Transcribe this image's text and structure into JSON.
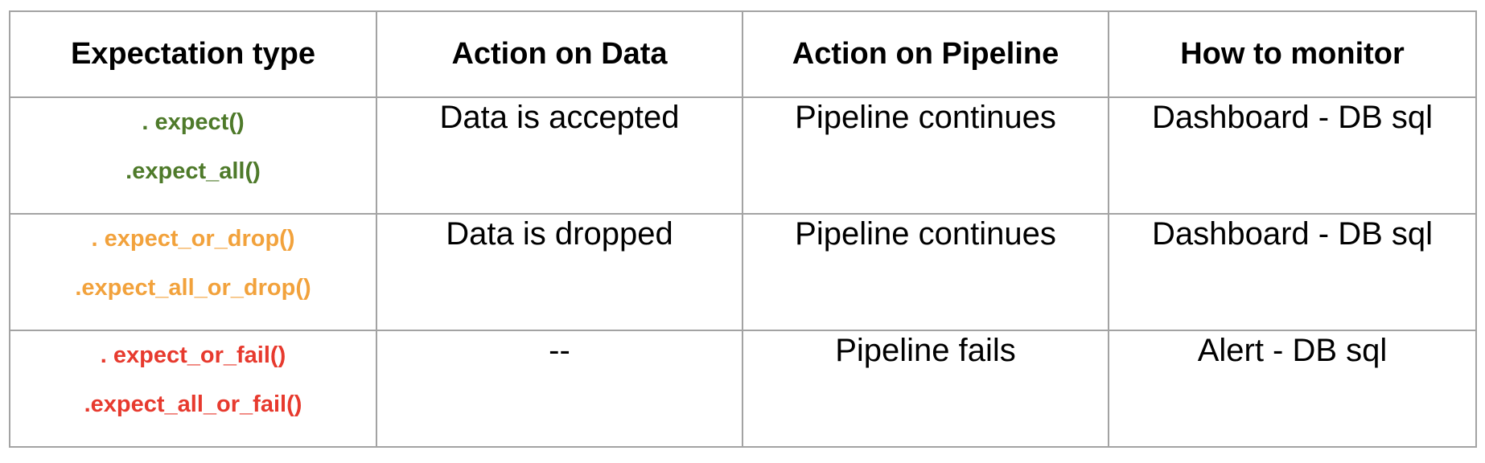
{
  "table": {
    "headers": [
      "Expectation type",
      "Action on Data",
      "Action on Pipeline",
      "How to monitor"
    ],
    "rows": [
      {
        "type_color": "#4e7a2a",
        "methods": [
          ". expect()",
          ".expect_all()"
        ],
        "action_on_data": "Data is accepted",
        "action_on_pipeline": "Pipeline continues",
        "how_to_monitor": "Dashboard - DB sql"
      },
      {
        "type_color": "#f2a23c",
        "methods": [
          ". expect_or_drop()",
          ".expect_all_or_drop()"
        ],
        "action_on_data": "Data is dropped",
        "action_on_pipeline": "Pipeline continues",
        "how_to_monitor": "Dashboard - DB sql"
      },
      {
        "type_color": "#e73a2e",
        "methods": [
          ". expect_or_fail()",
          ".expect_all_or_fail()"
        ],
        "action_on_data": "--",
        "action_on_pipeline": "Pipeline fails",
        "how_to_monitor": "Alert - DB sql"
      }
    ]
  }
}
